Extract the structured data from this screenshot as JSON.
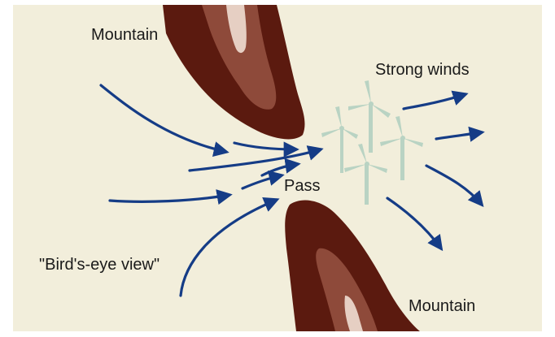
{
  "colors": {
    "background": "#f2eedb",
    "mountain_dark": "#5b1a0f",
    "mountain_mid": "#8e4a3a",
    "mountain_light": "#e6cfc3",
    "wind_arrow": "#153c86",
    "turbine": "#b9d3c3"
  },
  "labels": {
    "mountain_top": "Mountain",
    "mountain_bottom": "Mountain",
    "strong_winds": "Strong winds",
    "pass": "Pass",
    "birds_eye": "\"Bird's-eye view\""
  }
}
